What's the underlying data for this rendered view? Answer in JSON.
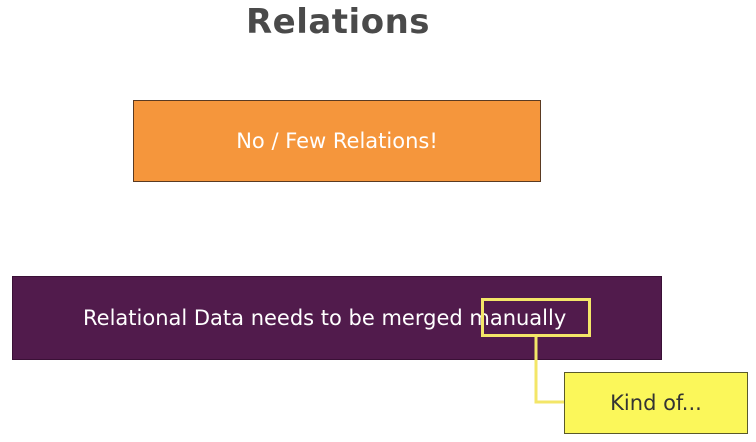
{
  "title": "Relations",
  "boxes": {
    "top": "No / Few Relations!",
    "middle": "Relational Data needs to be merged manually",
    "callout": "Kind of..."
  },
  "colors": {
    "title": "#4a4a4a",
    "orange": "#f5963c",
    "purple": "#511b4c",
    "highlight": "#f3e668",
    "yellow": "#fbf75a"
  }
}
